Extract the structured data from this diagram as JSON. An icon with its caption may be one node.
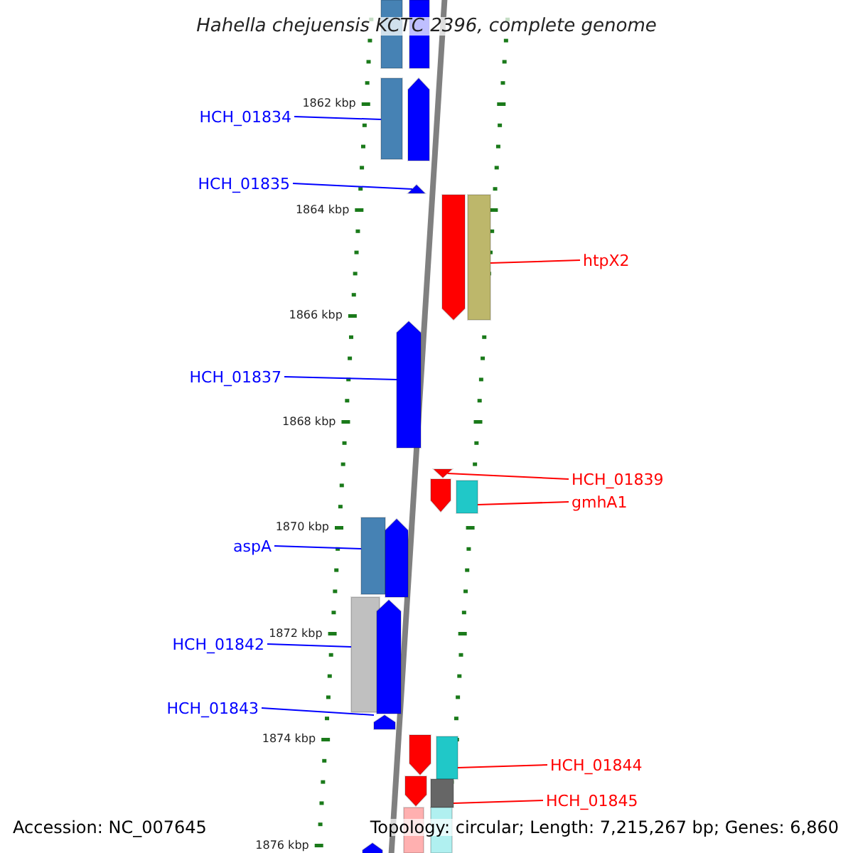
{
  "diagram": {
    "title": "Hahella chejuensis KCTC 2396, complete genome",
    "nodes": [
      {
        "text": [
          "HCH_01834"
        ]
      },
      {
        "text": [],
        "shape": "bar"
      },
      {
        "text": [
          "HCH_01835"
        ]
      },
      {
        "text": [],
        "shape": "bar"
      },
      {
        "text": [
          "htpX2"
        ]
      },
      {
        "text": [],
        "shape": "bar"
      },
      {
        "text": [
          "HCH_01837"
        ]
      },
      {
        "text": [],
        "shape": "bar"
      },
      {
        "text": [
          "HCH_01839"
        ]
      },
      {
        "text": [],
        "shape": "bar"
      },
      {
        "text": [
          "gmhA1"
        ]
      },
      {
        "text": [],
        "shape": "bar"
      },
      {
        "text": [
          "aspA"
        ]
      },
      {
        "text": [],
        "shape": "bar"
      },
      {
        "text": [
          "HCH_01842"
        ]
      },
      {
        "text": [],
        "shape": "bar"
      },
      {
        "text": [
          "HCH_01843"
        ]
      },
      {
        "text": [],
        "shape": "bar"
      },
      {
        "text": [
          "HCH_01844"
        ]
      },
      {
        "text": [],
        "shape": "bar"
      },
      {
        "text": [
          "HCH_01845"
        ]
      },
      {
        "text": [],
        "shape": "bar"
      },
      {
        "text": [],
        "shape": "bar"
      },
      {
        "text": [],
        "shape": "bar"
      },
      {
        "text": [],
        "shape": "bar"
      },
      {
        "text": [],
        "shape": "bar"
      },
      {
        "text": [],
        "shape": "bar"
      },
      {
        "text": [],
        "shape": "bar"
      },
      {
        "text": [],
        "shape": "bar"
      },
      {
        "text": [],
        "shape": "bar"
      },
      {
        "text": [],
        "shape": "bar"
      },
      {
        "text": [],
        "shape": "bar"
      },
      {
        "text": [],
        "shape": "bar"
      },
      {
        "text": [],
        "shape": "bar"
      }
    ],
    "edges": [
      {
        "from": 0,
        "to": 1,
        "arrow": "none"
      },
      {
        "from": 2,
        "to": 3,
        "arrow": "none"
      },
      {
        "from": 4,
        "to": 5,
        "arrow": "none",
        "color": "#ff0000"
      },
      {
        "from": 6,
        "to": 7,
        "arrow": "none"
      },
      {
        "from": 8,
        "to": 9,
        "arrow": "none",
        "color": "#ff0000"
      },
      {
        "from": 10,
        "to": 11,
        "arrow": "none",
        "color": "#ff0000"
      },
      {
        "from": 12,
        "to": 13,
        "arrow": "none"
      },
      {
        "from": 14,
        "to": 15,
        "arrow": "none"
      },
      {
        "from": 16,
        "to": 17,
        "arrow": "none"
      },
      {
        "from": 18,
        "to": 19,
        "arrow": "none",
        "color": "#ff0000"
      },
      {
        "from": 20,
        "to": 21,
        "arrow": "none",
        "color": "#ff0000"
      }
    ],
    "labels": [
      "1862 kbp",
      "1864 kbp",
      "1866 kbp",
      "1868 kbp",
      "1870 kbp",
      "1872 kbp",
      "1874 kbp",
      "1876 kbp",
      "Accession: NC_007645",
      "Topology: circular; Length: 7,215,267 bp; Genes: 6,860"
    ]
  }
}
